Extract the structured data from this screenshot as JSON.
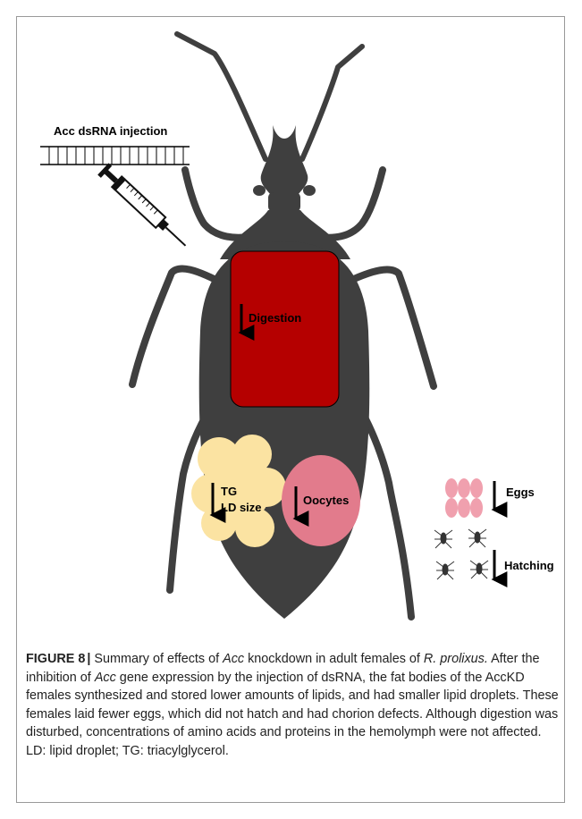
{
  "diagram": {
    "injection_label": "Acc dsRNA injection",
    "digestion_label": "Digestion",
    "tg_label": "TG",
    "ld_size_label": "LD size",
    "oocytes_label": "Oocytes",
    "eggs_label": "Eggs",
    "hatching_label": "Hatching",
    "colors": {
      "insect_body": "#3f3f3f",
      "gut": "#b50000",
      "fat_body": "#fbe3a2",
      "oocytes": "#e27b8c",
      "eggs": "#f0a0ae"
    }
  },
  "caption": {
    "figure_label": "FIGURE 8",
    "separator": "|",
    "title_a": "Summary of effects of ",
    "gene_1": "Acc",
    "title_b": " knockdown in adult females of ",
    "species": "R. prolixus.",
    "body_a": " After the inhibition of ",
    "gene_2": "Acc",
    "body_b": " gene expression by the injection of dsRNA, the fat bodies of the AccKD females synthesized and stored lower amounts of lipids, and had smaller lipid droplets. These females laid fewer eggs, which did not hatch and had chorion defects. Although digestion was disturbed, concentrations of amino acids and proteins in the hemolymph were not affected. LD: lipid droplet; TG: triacylglycerol."
  }
}
